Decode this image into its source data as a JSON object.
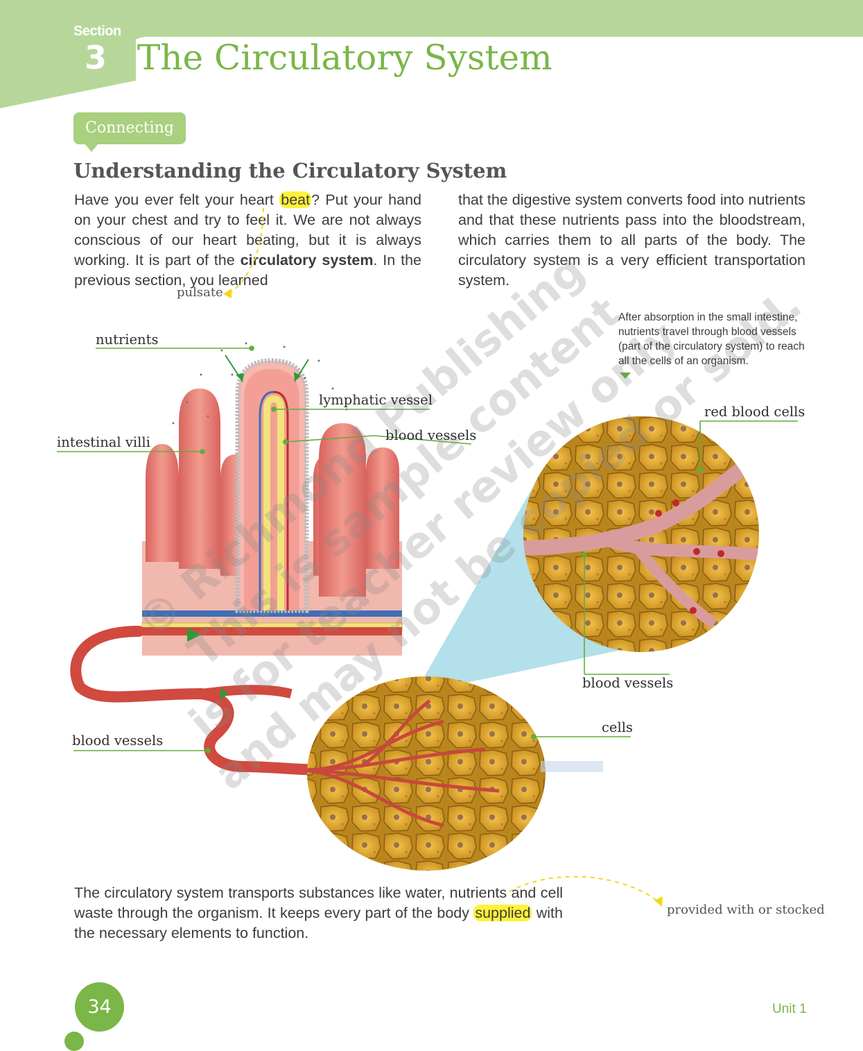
{
  "header": {
    "section_label": "Section",
    "section_number": "3",
    "title": "The Circulatory System",
    "tag": "Connecting"
  },
  "subheading": "Understanding the Circulatory System",
  "intro": {
    "p1_a": "Have you ever felt your heart ",
    "p1_highlight": "beat",
    "p1_b": "? Put your hand on your chest and try to feel it. We are not always conscious of our heart beating, but it is always working. It is part of the ",
    "p1_bold": "circulatory system",
    "p1_c": ". In the previous section, you learned",
    "p2": "that the digestive system converts food into nutrients and that these nutrients pass into the bloodstream, which carries them to all parts of the body. The circulatory system is a very efficient transportation system."
  },
  "glossary": {
    "beat": "pulsate",
    "supplied": "provided with or stocked"
  },
  "figure": {
    "labels": {
      "nutrients": "nutrients",
      "lymphatic_vessel": "lymphatic vessel",
      "intestinal_villi": "intestinal villi",
      "blood_vessels_top": "blood vessels",
      "red_blood_cells": "red blood cells",
      "blood_vessels_right": "blood vessels",
      "cells": "cells",
      "blood_vessels_left": "blood vessels"
    },
    "note": "After absorption in the small intestine, nutrients travel through blood vessels (part of the circulatory system) to reach all the cells of an organism."
  },
  "watermark": [
    "© Richmond Publishing",
    "This is sample content",
    "is for teacher review only",
    "and may not be copied or sold."
  ],
  "closing": {
    "a": "The circulatory system transports substances like water, nutrients and cell waste through the organism. It keeps every part of the body ",
    "highlight": "supplied",
    "b": " with the necessary elements to function."
  },
  "footer": {
    "page_number": "34",
    "unit": "Unit 1"
  },
  "colors": {
    "brand_green": "#7ab648",
    "light_green": "#b7d79a",
    "highlight_yellow": "#fff23a"
  }
}
